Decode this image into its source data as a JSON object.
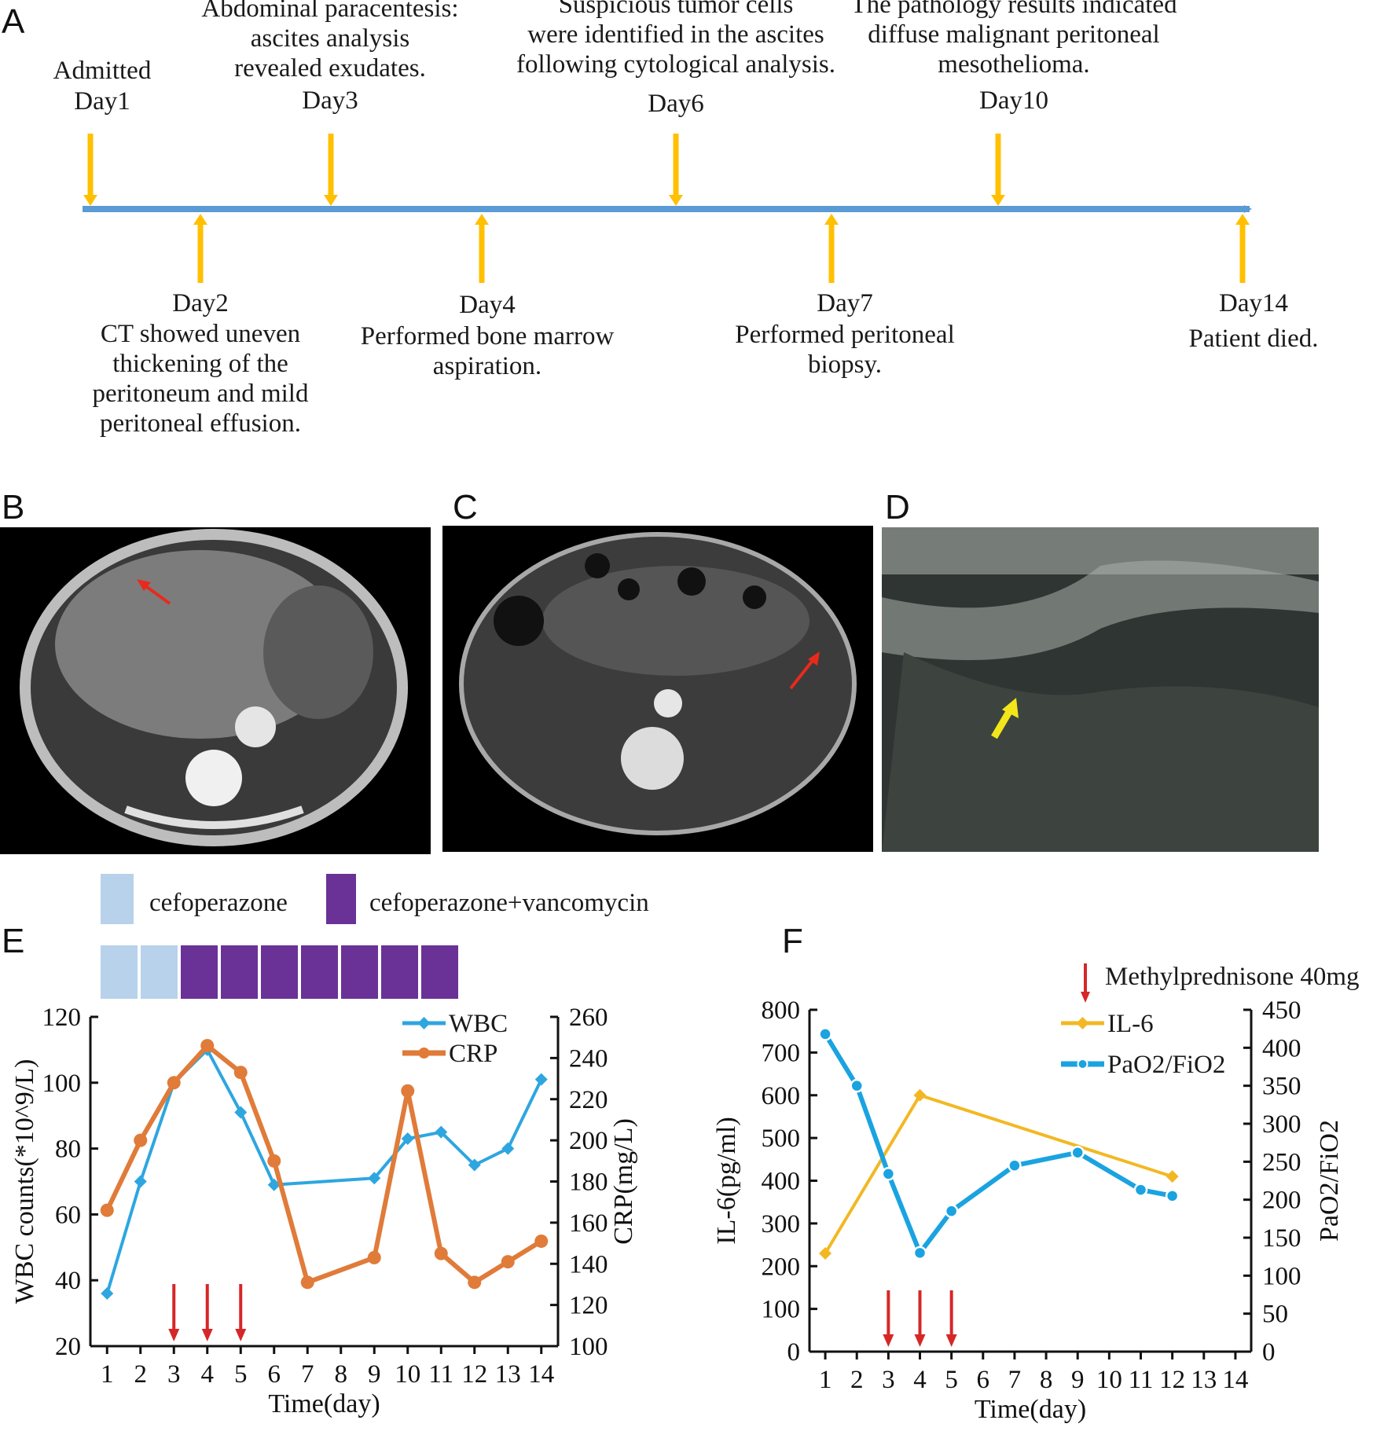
{
  "panel_labels": {
    "a": "A",
    "b": "B",
    "c": "C",
    "d": "D",
    "e": "E",
    "f": "F"
  },
  "colors": {
    "timeline": "#5b9bd5",
    "event_arrow": "#ffc000",
    "wbc": "#2ea6e0",
    "crp": "#e07b39",
    "il6": "#f2b824",
    "pao2": "#1aa3e0",
    "methylprednisone": "#d62728",
    "cefoperazone": "#b7d2ea",
    "vancomycin": "#6a3296"
  },
  "timeline": {
    "top_events": [
      {
        "day": "Day1",
        "lines": [
          "Admitted"
        ]
      },
      {
        "day": "Day3",
        "lines": [
          "Abdominal paracentesis:",
          "ascites analysis",
          "revealed exudates."
        ]
      },
      {
        "day": "Day6",
        "lines": [
          "Suspicious tumor cells",
          "were identified in the ascites",
          "following cytological analysis."
        ]
      },
      {
        "day": "Day10",
        "lines": [
          "The pathology results indicated",
          "diffuse malignant peritoneal",
          "mesothelioma."
        ]
      }
    ],
    "bottom_events": [
      {
        "day": "Day2",
        "lines": [
          "CT showed uneven",
          "thickening of the",
          "peritoneum and mild",
          "peritoneal effusion."
        ]
      },
      {
        "day": "Day4",
        "lines": [
          "Performed bone marrow",
          "aspiration."
        ]
      },
      {
        "day": "Day7",
        "lines": [
          "Performed peritoneal",
          "biopsy."
        ]
      },
      {
        "day": "Day14",
        "lines": [
          "Patient died."
        ]
      }
    ]
  },
  "panel_e": {
    "treatment_legend": {
      "cefoperazone": "cefoperazone",
      "combo": "cefoperazone+vancomycin"
    },
    "treatment_days": [
      "cefoperazone",
      "cefoperazone",
      "combo",
      "combo",
      "combo",
      "combo",
      "combo",
      "combo",
      "combo"
    ]
  },
  "chart_data": [
    {
      "type": "line",
      "panel": "E",
      "xlabel": "Time(day)",
      "ylabel": "WBC counts(*10^9/L)",
      "y2label": "CRP(mg/L)",
      "x_ticks": [
        "1",
        "2",
        "3",
        "4",
        "5",
        "6",
        "7",
        "8",
        "9",
        "10",
        "11",
        "12",
        "13",
        "14"
      ],
      "xlim": [
        0.5,
        14.5
      ],
      "ylim": [
        20,
        120
      ],
      "y_ticks": [
        20,
        40,
        60,
        80,
        100,
        120
      ],
      "y2lim": [
        100,
        260
      ],
      "y2_ticks": [
        100,
        120,
        140,
        160,
        180,
        200,
        220,
        240,
        260
      ],
      "legend": "top-right",
      "series": [
        {
          "name": "WBC",
          "axis": "left",
          "marker": "diamond",
          "x": [
            1,
            2,
            3,
            4,
            5,
            6,
            9,
            10,
            11,
            12,
            13,
            14
          ],
          "y": [
            36,
            70,
            100,
            110,
            91,
            69,
            71,
            83,
            85,
            75,
            80,
            101
          ]
        },
        {
          "name": "CRP",
          "axis": "right",
          "marker": "circle",
          "x": [
            1,
            2,
            3,
            4,
            5,
            6,
            7,
            9,
            10,
            11,
            12,
            13,
            14
          ],
          "y": [
            166,
            200,
            228,
            246,
            233,
            190,
            131,
            143,
            224,
            145,
            131,
            141,
            151
          ]
        }
      ],
      "arrows_x": [
        3,
        4,
        5
      ]
    },
    {
      "type": "line",
      "panel": "F",
      "xlabel": "Time(day)",
      "ylabel": "IL-6(pg/ml)",
      "y2label": "PaO2/FiO2",
      "x_ticks": [
        "1",
        "2",
        "3",
        "4",
        "5",
        "6",
        "7",
        "8",
        "9",
        "10",
        "11",
        "12",
        "13",
        "14"
      ],
      "xlim": [
        0.5,
        14.5
      ],
      "ylim": [
        0,
        800
      ],
      "y_ticks": [
        0,
        100,
        200,
        300,
        400,
        500,
        600,
        700,
        800
      ],
      "y2lim": [
        0,
        450
      ],
      "y2_ticks": [
        0,
        50,
        100,
        150,
        200,
        250,
        300,
        350,
        400,
        450
      ],
      "legend": "top-right",
      "series": [
        {
          "name": "IL-6",
          "axis": "left",
          "marker": "diamond",
          "x": [
            1,
            4,
            12
          ],
          "y": [
            230,
            600,
            410
          ]
        },
        {
          "name": "PaO2/FiO2",
          "axis": "right",
          "marker": "circle",
          "x": [
            1,
            2,
            3,
            4,
            5,
            7,
            9,
            11,
            12
          ],
          "y": [
            418,
            350,
            234,
            130,
            185,
            245,
            262,
            213,
            205
          ]
        }
      ],
      "arrows_x": [
        3,
        4,
        5
      ],
      "arrow_legend": "Methylprednisone 40mg"
    }
  ]
}
